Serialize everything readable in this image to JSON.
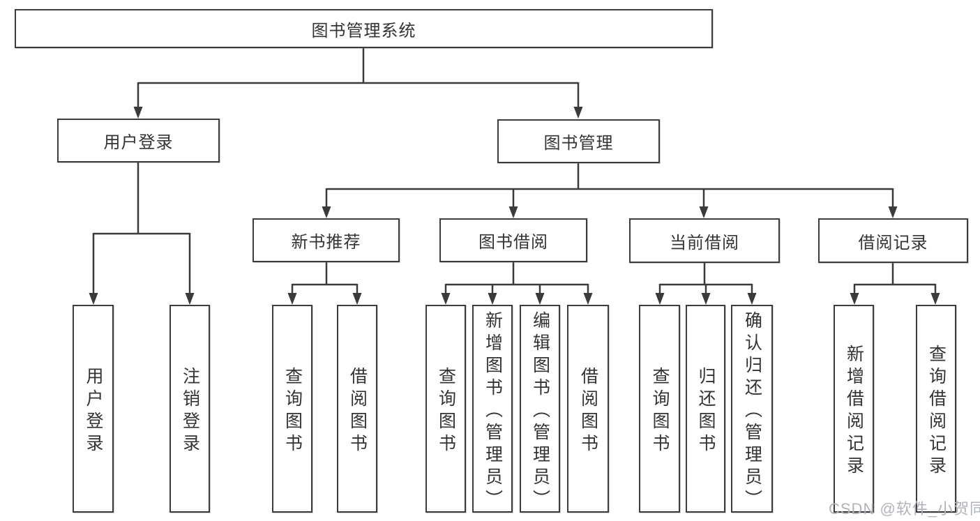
{
  "diagram": {
    "title": "图书管理系统",
    "watermark": "CSDN @软件_小贺同学",
    "colors": {
      "line": "#3a3a3a",
      "border": "#3c3c3c",
      "text": "#333333",
      "watermark": "#b0b4b8",
      "background": "#ffffff"
    },
    "nodes": {
      "root": {
        "label": "图书管理系统"
      },
      "login": {
        "label": "用户登录"
      },
      "manage": {
        "label": "图书管理"
      },
      "recommend": {
        "label": "新书推荐"
      },
      "borrow": {
        "label": "图书借阅"
      },
      "current": {
        "label": "当前借阅"
      },
      "records": {
        "label": "借阅记录"
      }
    },
    "leaves": {
      "login": [
        "用户登录",
        "注销登录"
      ],
      "recommend": [
        "查询图书",
        "借阅图书"
      ],
      "borrow": [
        "查询图书",
        "新增图书（管理员）",
        "编辑图书（管理员）",
        "借阅图书"
      ],
      "current": [
        "查询图书",
        "归还图书",
        "确认归还（管理员）"
      ],
      "records": [
        "新增借阅记录",
        "查询借阅记录"
      ]
    }
  }
}
